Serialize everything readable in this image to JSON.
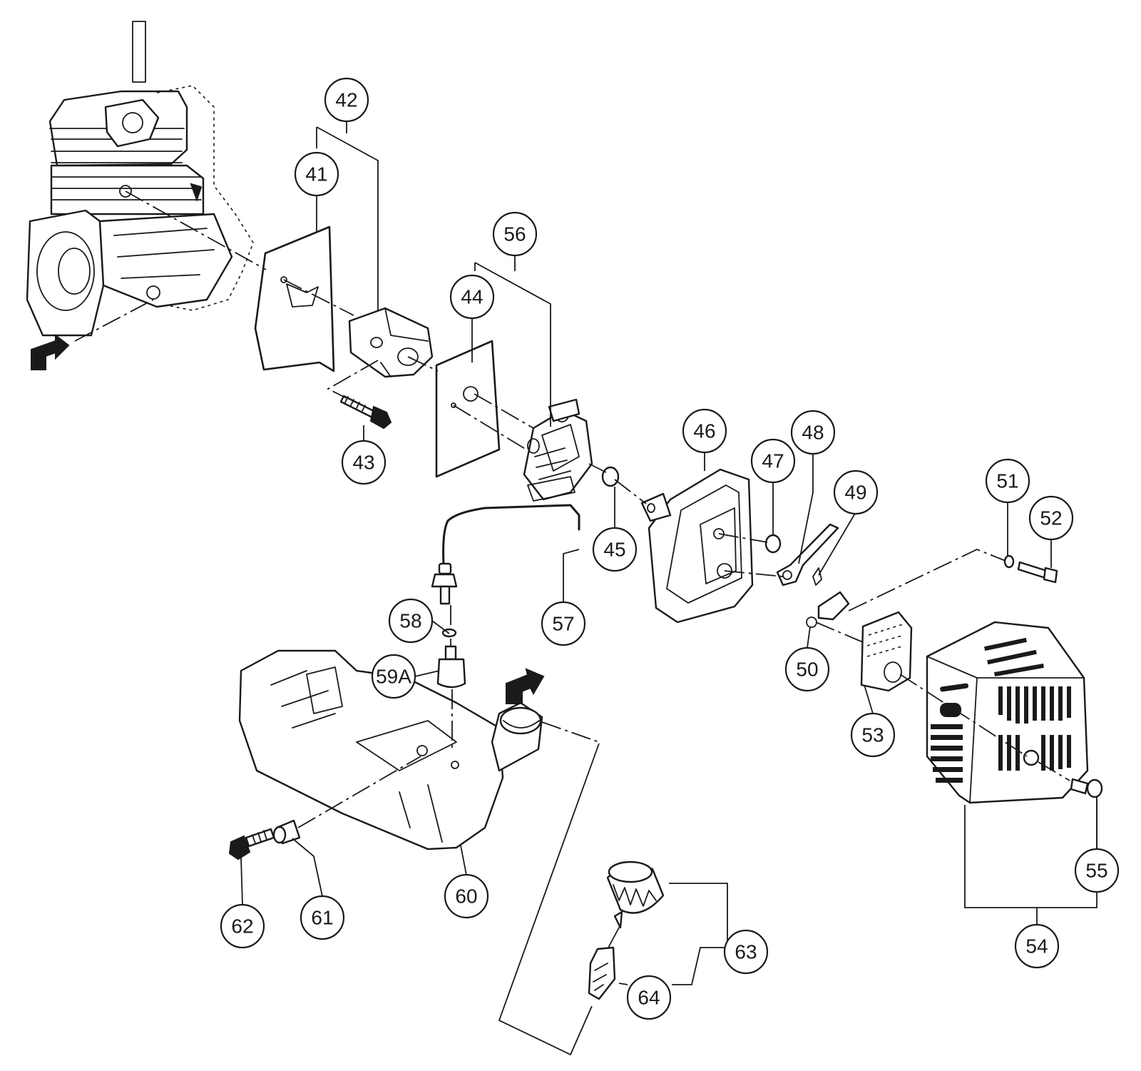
{
  "diagram": {
    "callouts": {
      "c41": "41",
      "c42": "42",
      "c43": "43",
      "c44": "44",
      "c45": "45",
      "c46": "46",
      "c47": "47",
      "c48": "48",
      "c49": "49",
      "c50": "50",
      "c51": "51",
      "c52": "52",
      "c53": "53",
      "c54": "54",
      "c55": "55",
      "c56": "56",
      "c57": "57",
      "c58": "58",
      "c59a": "59A",
      "c60": "60",
      "c61": "61",
      "c62": "62",
      "c63": "63",
      "c64": "64"
    }
  }
}
